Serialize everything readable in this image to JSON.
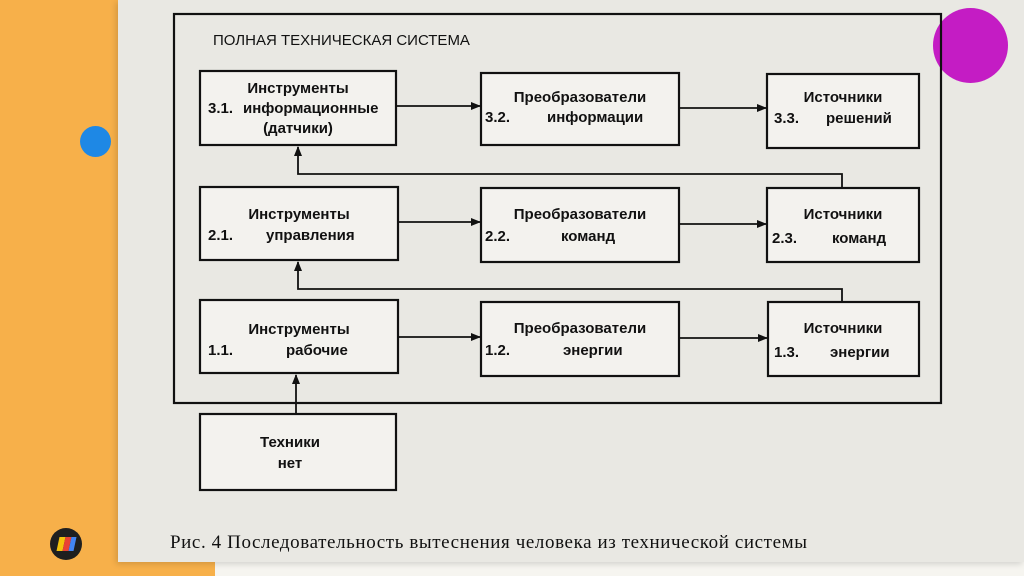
{
  "colors": {
    "orange_bg": "#f7b04a",
    "blue_dot": "#1e88e5",
    "purple_dot": "#c41cc4",
    "paper": "#e9e8e3"
  },
  "diagram": {
    "title": "ПОЛНАЯ  ТЕХНИЧЕСКАЯ СИСТЕМА",
    "boxes": {
      "b31": {
        "num": "3.1.",
        "lines": [
          "Инструменты",
          "информационные",
          "(датчики)"
        ]
      },
      "b32": {
        "num": "3.2.",
        "lines": [
          "Преобразователи",
          "информации"
        ]
      },
      "b33": {
        "num": "3.3.",
        "lines": [
          "Источники",
          "решений"
        ]
      },
      "b21": {
        "num": "2.1.",
        "lines": [
          "Инструменты",
          "управления"
        ]
      },
      "b22": {
        "num": "2.2.",
        "lines": [
          "Преобразователи",
          "команд"
        ]
      },
      "b23": {
        "num": "2.3.",
        "lines": [
          "Источники",
          "команд"
        ]
      },
      "b11": {
        "num": "1.1.",
        "lines": [
          "Инструменты",
          "рабочие"
        ]
      },
      "b12": {
        "num": "1.2.",
        "lines": [
          "Преобразователи",
          "энергии"
        ]
      },
      "b13": {
        "num": "1.3.",
        "lines": [
          "Источники",
          "энергии"
        ]
      },
      "b0": {
        "lines": [
          "Техники",
          "нет"
        ]
      }
    }
  },
  "caption": "Рис. 4 Последовательность вытеснения человека из технической системы",
  "icons": [
    "logo-icon"
  ]
}
